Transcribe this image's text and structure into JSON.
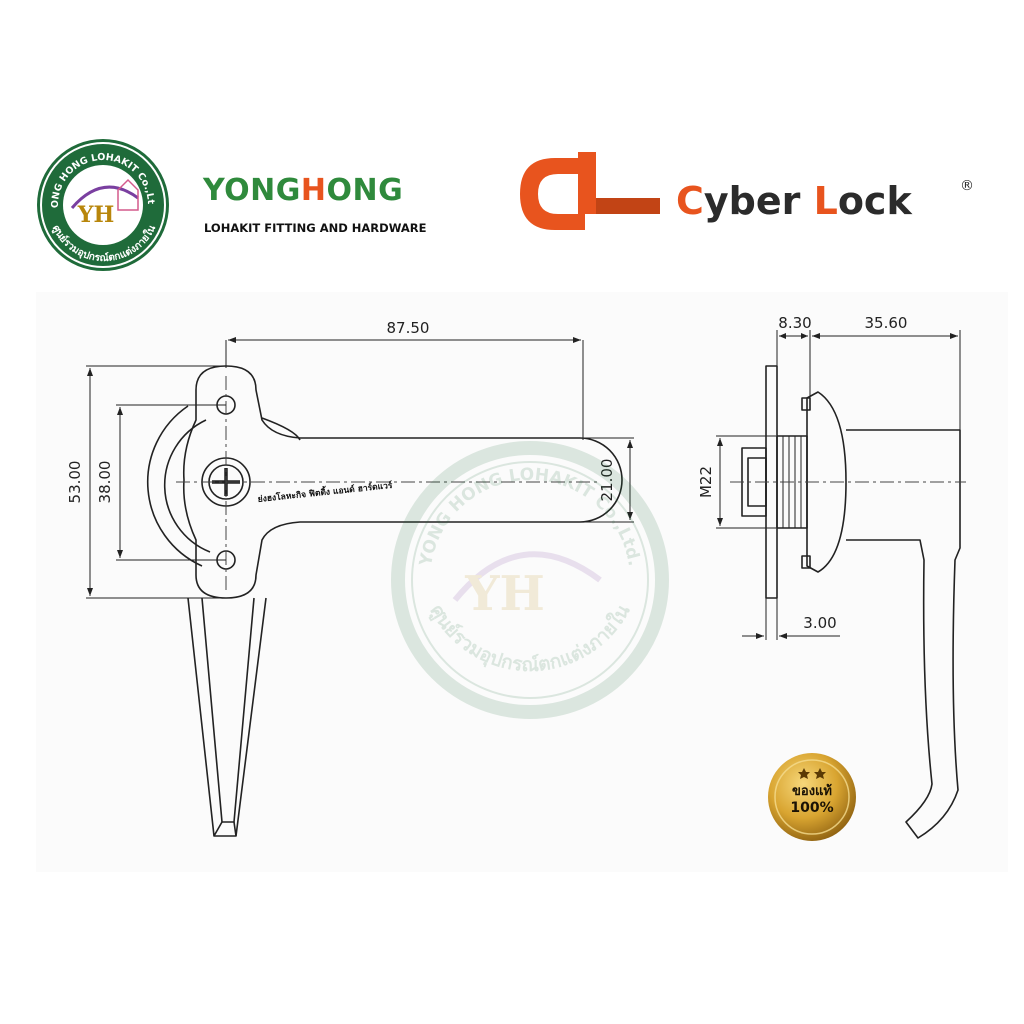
{
  "header": {
    "seal_ring_text": "YONG HONG LOHAKIT Co.,Ltd.",
    "seal_bottom_text": "ศูนย์รวมอุปกรณ์ตกแต่งภายใน",
    "seal_mark": "YH",
    "brand_title_part1": "YONG",
    "brand_title_h": "H",
    "brand_title_part2": "ONG",
    "brand_subtitle": "LOHAKIT FITTING AND HARDWARE",
    "cyber_c": "C",
    "cyber_rest": "yber ",
    "cyber_l": "L",
    "cyber_rest2": "ock",
    "cyber_reg": "®"
  },
  "drawing": {
    "front": {
      "dim_width": "87.50",
      "dim_height": "53.00",
      "dim_hole_spacing": "38.00",
      "dim_arm": "21.00",
      "shop_label": "ย่งฮงโลหะกิจ ฟิตติ้ง แอนด์ ฮาร์ดแวร์"
    },
    "side": {
      "dim_plate": "8.30",
      "dim_handle": "35.60",
      "dim_thread": "M22",
      "dim_thickness": "3.00"
    }
  },
  "watermark": {
    "ring_text": "YONG HONG LOHAKIT Co.,Ltd.",
    "bottom_text": "ศูนย์รวมอุปกรณ์ตกแต่งภายใน",
    "mark": "YH"
  },
  "badge": {
    "line1": "ของแท้",
    "line2": "100%"
  },
  "colors": {
    "seal_green": "#1f6b3a",
    "brand_green": "#2f8a3c",
    "brand_orange": "#e8541e",
    "cyber_dark": "#2b2b2b",
    "badge_gold": "#c9941f"
  }
}
